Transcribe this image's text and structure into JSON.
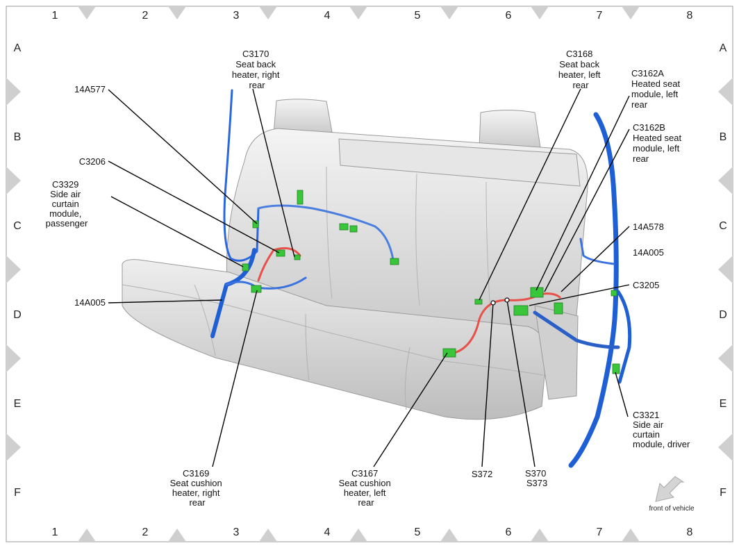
{
  "grid": {
    "columns": [
      "1",
      "2",
      "3",
      "4",
      "5",
      "6",
      "7",
      "8"
    ],
    "rows": [
      "A",
      "B",
      "C",
      "D",
      "E",
      "F"
    ]
  },
  "labels": {
    "c3170": [
      "C3170",
      "Seat back",
      "heater, right",
      "rear"
    ],
    "c3168": [
      "C3168",
      "Seat back",
      "heater, left",
      "rear"
    ],
    "c3162a": [
      "C3162A",
      "Heated seat",
      "module, left",
      "rear"
    ],
    "c3162b": [
      "C3162B",
      "Heated seat",
      "module, left",
      "rear"
    ],
    "a14a577": [
      "14A577"
    ],
    "c3206": [
      "C3206"
    ],
    "c3329": [
      "C3329",
      "Side air",
      "curtain",
      "module,",
      "passenger"
    ],
    "a14a005_left": [
      "14A005"
    ],
    "a14a578": [
      "14A578"
    ],
    "a14a005_right": [
      "14A005"
    ],
    "c3205": [
      "C3205"
    ],
    "c3321": [
      "C3321",
      "Side air",
      "curtain",
      "module, driver"
    ],
    "c3169": [
      "C3169",
      "Seat cushion",
      "heater, right",
      "rear"
    ],
    "c3167": [
      "C3167",
      "Seat cushion",
      "heater, left",
      "rear"
    ],
    "s372": [
      "S372"
    ],
    "s370": [
      "S370",
      "S373"
    ]
  },
  "front_of_vehicle": "front of vehicle",
  "colors": {
    "harness_blue": "#1f5fd6",
    "harness_blue_dark": "#1340a8",
    "heater_red": "#e8504a",
    "connector_green": "#39c63b",
    "seat_gray": "#d9d9d9",
    "marker_gray": "#c8c8c8"
  }
}
